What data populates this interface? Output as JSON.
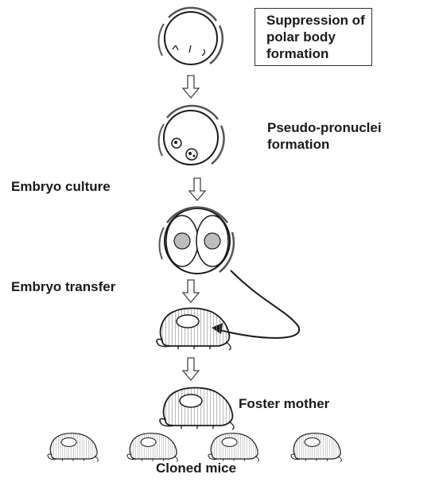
{
  "labels": {
    "suppression": [
      "Suppression of",
      "polar body",
      "formation"
    ],
    "pseudo": [
      "Pseudo-pronuclei",
      "formation"
    ],
    "embryo_culture": "Embryo culture",
    "embryo_transfer": "Embryo transfer",
    "foster_mother": "Foster mother",
    "cloned_mice": "Cloned mice"
  },
  "icons": {
    "oocyte": "oocyte-cell-icon",
    "pronuclei": "pronuclei-cell-icon",
    "two_cell": "two-cell-embryo-icon",
    "mouse": "mouse-icon",
    "arrow": "hollow-down-arrow-icon"
  },
  "colors": {
    "ink": "#1a1a1a",
    "nucleus_fill": "#bdbdbd",
    "mouse_fill": "#d6d6d6"
  }
}
